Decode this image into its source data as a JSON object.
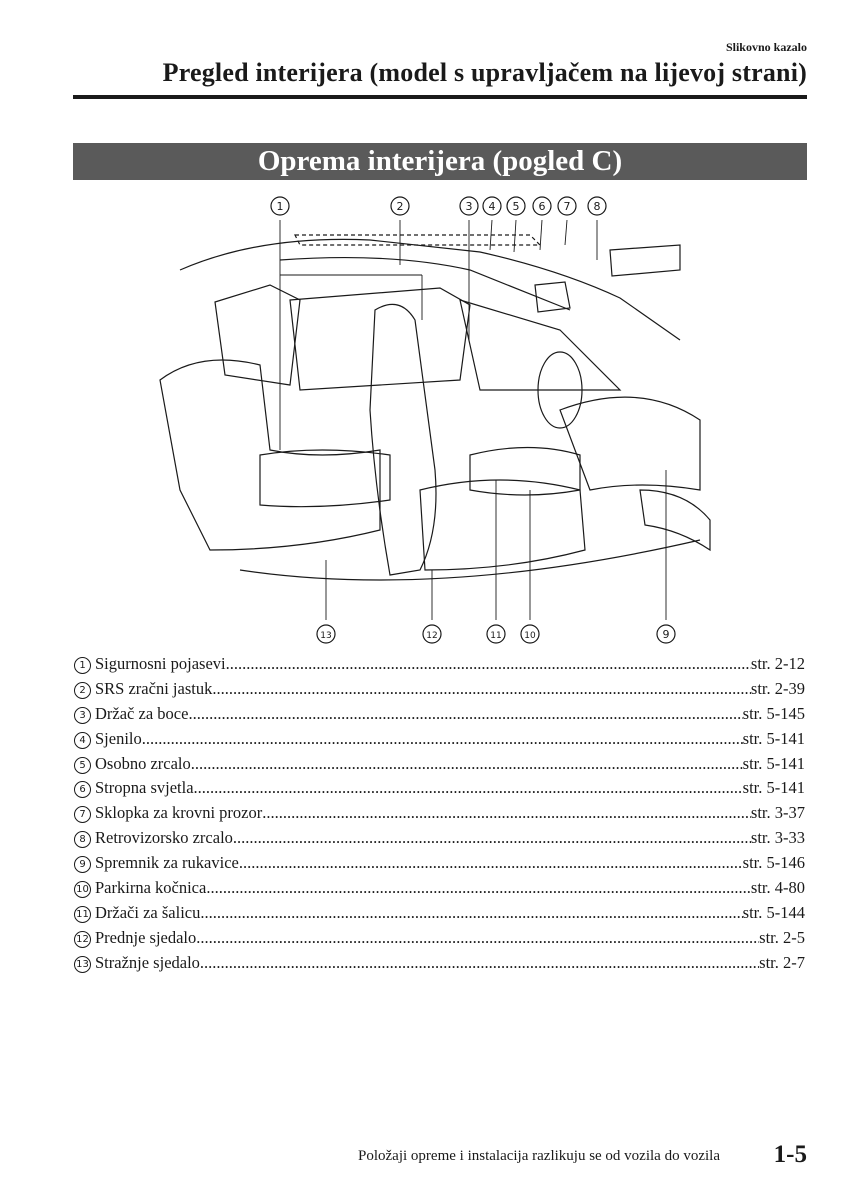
{
  "header": {
    "section": "Slikovno kazalo",
    "title": "Pregled interijera (model s upravljačem na lijevoj strani)"
  },
  "banner": {
    "title": "Oprema interijera (pogled C)"
  },
  "figure": {
    "callouts_top": [
      "1",
      "2",
      "3",
      "4",
      "5",
      "6",
      "7",
      "8"
    ],
    "callouts_bottom": [
      "13",
      "12",
      "11",
      "10",
      "9"
    ]
  },
  "legend": [
    {
      "num": "1",
      "label": "Sigurnosni pojasevi",
      "page": "str. 2-12"
    },
    {
      "num": "2",
      "label": "SRS zračni jastuk",
      "page": "str. 2-39"
    },
    {
      "num": "3",
      "label": "Držač za boce",
      "page": "str. 5-145"
    },
    {
      "num": "4",
      "label": "Sjenilo",
      "page": "str. 5-141"
    },
    {
      "num": "5",
      "label": "Osobno zrcalo",
      "page": "str. 5-141"
    },
    {
      "num": "6",
      "label": "Stropna svjetla",
      "page": "str. 5-141"
    },
    {
      "num": "7",
      "label": "Sklopka za krovni prozor",
      "page": "str. 3-37"
    },
    {
      "num": "8",
      "label": "Retrovizorsko zrcalo",
      "page": "str. 3-33"
    },
    {
      "num": "9",
      "label": "Spremnik za rukavice",
      "page": "str. 5-146"
    },
    {
      "num": "10",
      "label": "Parkirna kočnica",
      "page": "str. 4-80"
    },
    {
      "num": "11",
      "label": "Držači za šalicu",
      "page": "str. 5-144"
    },
    {
      "num": "12",
      "label": "Prednje sjedalo",
      "page": "str. 2-5"
    },
    {
      "num": "13",
      "label": "Stražnje sjedalo",
      "page": "str. 2-7"
    }
  ],
  "footer": {
    "note": "Položaji opreme i instalacija razlikuju se od vozila do vozila",
    "page_number": "1-5"
  }
}
